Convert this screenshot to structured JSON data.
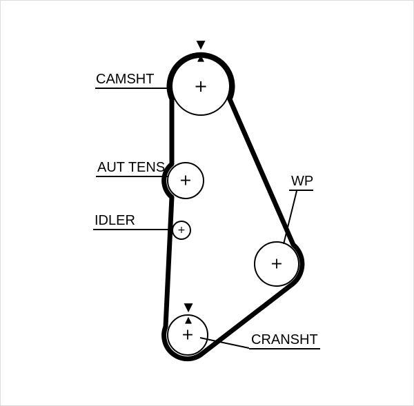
{
  "colors": {
    "line": "#000000",
    "background": "#ffffff"
  },
  "diagram": {
    "type": "timing-belt-routing",
    "labels": {
      "camshaft": "CAMSHT",
      "auto_tensioner": "AUT TENS",
      "idler": "IDLER",
      "water_pump": "WP",
      "crankshaft": "CRANSHT"
    },
    "icons": {
      "center_mark": "+",
      "timing_mark_down": "▼",
      "timing_mark_up": "▲"
    }
  }
}
